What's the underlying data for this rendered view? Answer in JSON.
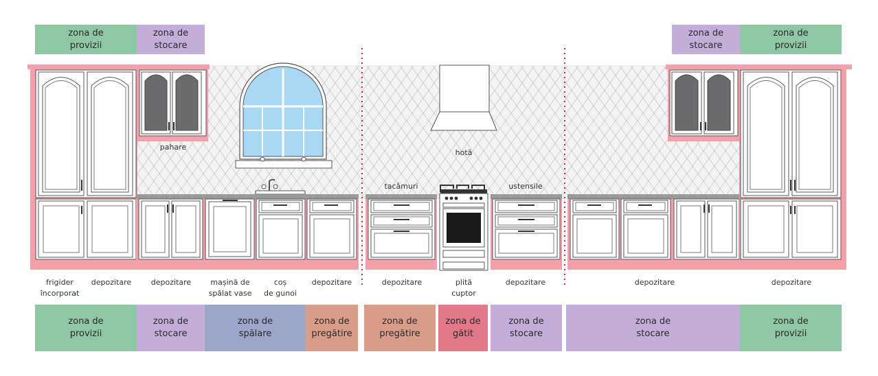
{
  "colors": {
    "provizii": "#8fc6a3",
    "stocare": "#c2aed8",
    "spalare": "#9ba6c8",
    "pregatire": "#d89c8a",
    "gatit": "#e1798b",
    "cabinet_base": "#f2a0aa",
    "separator": "#d7282f"
  },
  "top_zones": [
    {
      "text": "zona de\nprovizii",
      "color": "#8fc6a3"
    },
    {
      "text": "zona de\nstocare",
      "color": "#c2aed8"
    },
    {
      "text": "zona de\nstocare",
      "color": "#c2aed8"
    },
    {
      "text": "zona de\nprovizii",
      "color": "#8fc6a3"
    }
  ],
  "bottom_zones": [
    {
      "text": "zona de\nprovizii",
      "color": "#8fc6a3"
    },
    {
      "text": "zona de\nstocare",
      "color": "#c2aed8"
    },
    {
      "text": "zona de\nspălare",
      "color": "#9ba6c8"
    },
    {
      "text": "zona de\npregătire",
      "color": "#d89c8a"
    },
    {
      "text": "zona de\npregătire",
      "color": "#d89c8a"
    },
    {
      "text": "zona de\ngătit",
      "color": "#e1798b"
    },
    {
      "text": "zona de\nstocare",
      "color": "#c2aed8"
    },
    {
      "text": "zona de\nstocare",
      "color": "#c2aed8"
    },
    {
      "text": "zona de\nprovizii",
      "color": "#8fc6a3"
    }
  ],
  "item_labels": [
    "frigider\nîncorporat",
    "depozitare",
    "depozitare",
    "mașină de\nspălat vase",
    "coș\nde gunoi",
    "depozitare",
    "depozitare",
    "plită\ncuptor",
    "depozitare",
    "depozitare",
    "depozitare"
  ],
  "inner_labels": {
    "pahare": "pahare",
    "hota": "hotă",
    "tacamuri": "tacâmuri",
    "ustensile": "ustensile"
  }
}
